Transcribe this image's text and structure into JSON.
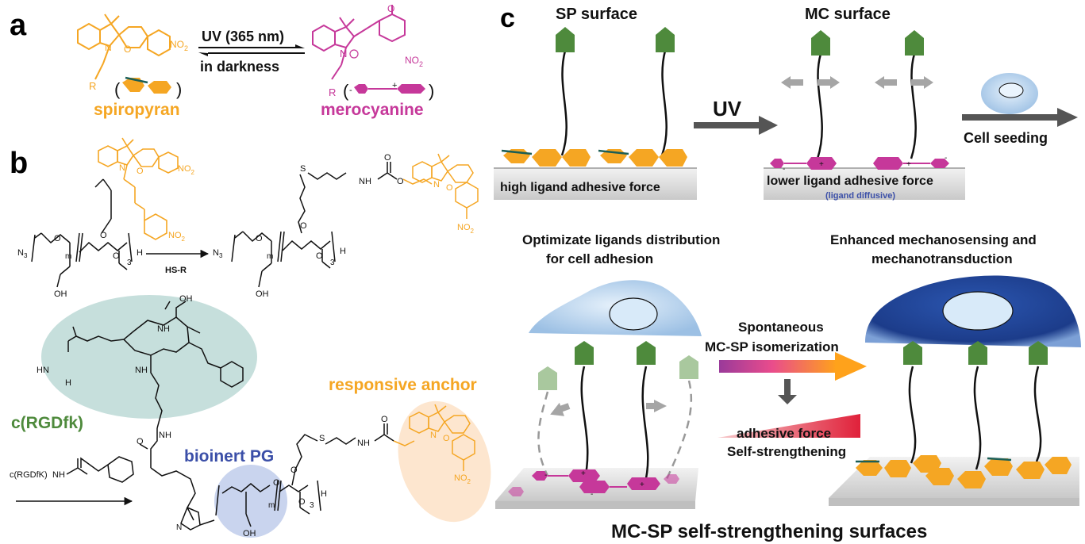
{
  "panel_a": {
    "letter": "a",
    "atom_n": "N",
    "atom_o": "O",
    "group_no2": "NO",
    "no2_sub": "2",
    "group_r": "R",
    "arrow_top_label": "UV (365 nm)",
    "arrow_bottom_label": "in darkness",
    "left_name": "spiropyran",
    "right_name": "merocyanine",
    "o_minus": "O",
    "n_plus": "N",
    "colors": {
      "spiropyran": "#F5A623",
      "merocyanine": "#C6389A"
    }
  },
  "panel_b": {
    "letter": "b",
    "n3": "N",
    "n3_sub": "3",
    "o": "O",
    "m": "m",
    "three": "3",
    "h": "H",
    "oh": "OH",
    "hs_r": "HS-R",
    "s": "S",
    "nh": "NH",
    "h2n": "H",
    "hn": "HN",
    "oh_acid": "OH",
    "peptide_label": "c(RGDfk)",
    "reagent_label": "c(RGDfK)",
    "reagent_nh": "NH",
    "bioinert_label": "bioinert PG",
    "responsive_label": "responsive anchor",
    "triazole_n": "N",
    "colors": {
      "peptide_text": "#4E8A3C",
      "peptide_bg": "#C6DFDC",
      "bioinert_text": "#3B4FA8",
      "bioinert_bg": "#C9D4EE",
      "anchor_text": "#F5A623",
      "anchor_bg": "#FDE6CF"
    }
  },
  "panel_c": {
    "letter": "c",
    "sp_surface_title": "SP surface",
    "mc_surface_title": "MC surface",
    "uv_label": "UV",
    "cell_seeding": "Cell seeding",
    "high_force": "high ligand adhesive force",
    "lower_force": "lower ligand adhesive force",
    "ligand_diffusive": "(ligand diffusive)",
    "optimize_line1": "Optimizate ligands distribution",
    "optimize_line2": "for cell adhesion",
    "enhanced_line1": "Enhanced mechanosensing and",
    "enhanced_line2": "mechanotransduction",
    "spontaneous_line1": "Spontaneous",
    "spontaneous_line2": "MC-SP isomerization",
    "adhesive_force": "adhesive force",
    "self_strengthening": "Self-strengthening",
    "bottom_title": "MC-SP self-strengthening surfaces",
    "plus": "+",
    "minus": "-",
    "colors": {
      "ligand": "#4E8A3C",
      "sp": "#F5A623",
      "mc": "#C6389A",
      "cell": "#BFD8F0",
      "cell_strong": "#1F3F8F",
      "force": "#E0213A"
    }
  }
}
